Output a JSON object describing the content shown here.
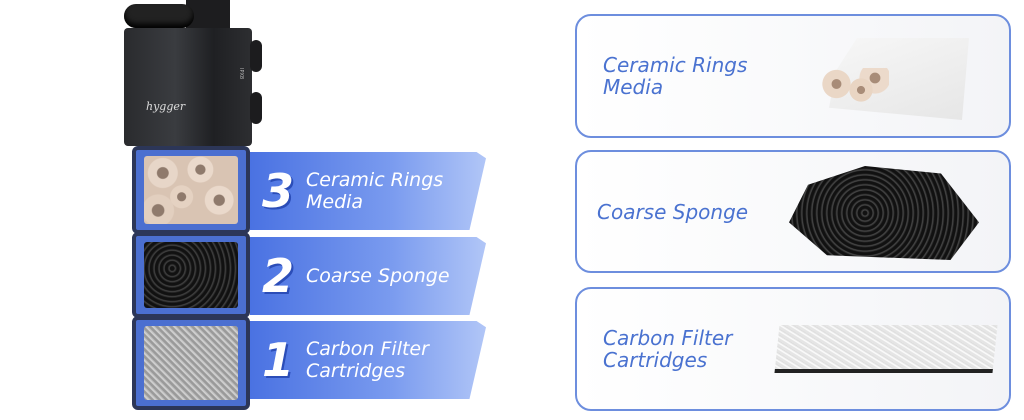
{
  "product": {
    "brand": "hygger",
    "spec_text": "IPX8"
  },
  "layers": [
    {
      "number": "3",
      "label_line1": "Ceramic Rings",
      "label_line2": "Media"
    },
    {
      "number": "2",
      "label_line1": "Coarse Sponge",
      "label_line2": ""
    },
    {
      "number": "1",
      "label_line1": "Carbon Filter",
      "label_line2": "Cartridges"
    }
  ],
  "cards": [
    {
      "label_line1": "Ceramic Rings",
      "label_line2": "Media"
    },
    {
      "label_line1": "Coarse Sponge",
      "label_line2": ""
    },
    {
      "label_line1": "Carbon Filter",
      "label_line2": "Cartridges"
    }
  ],
  "colors": {
    "accent": "#4a72e2",
    "card_text": "#4a72d0",
    "card_border": "#6d8ede"
  }
}
